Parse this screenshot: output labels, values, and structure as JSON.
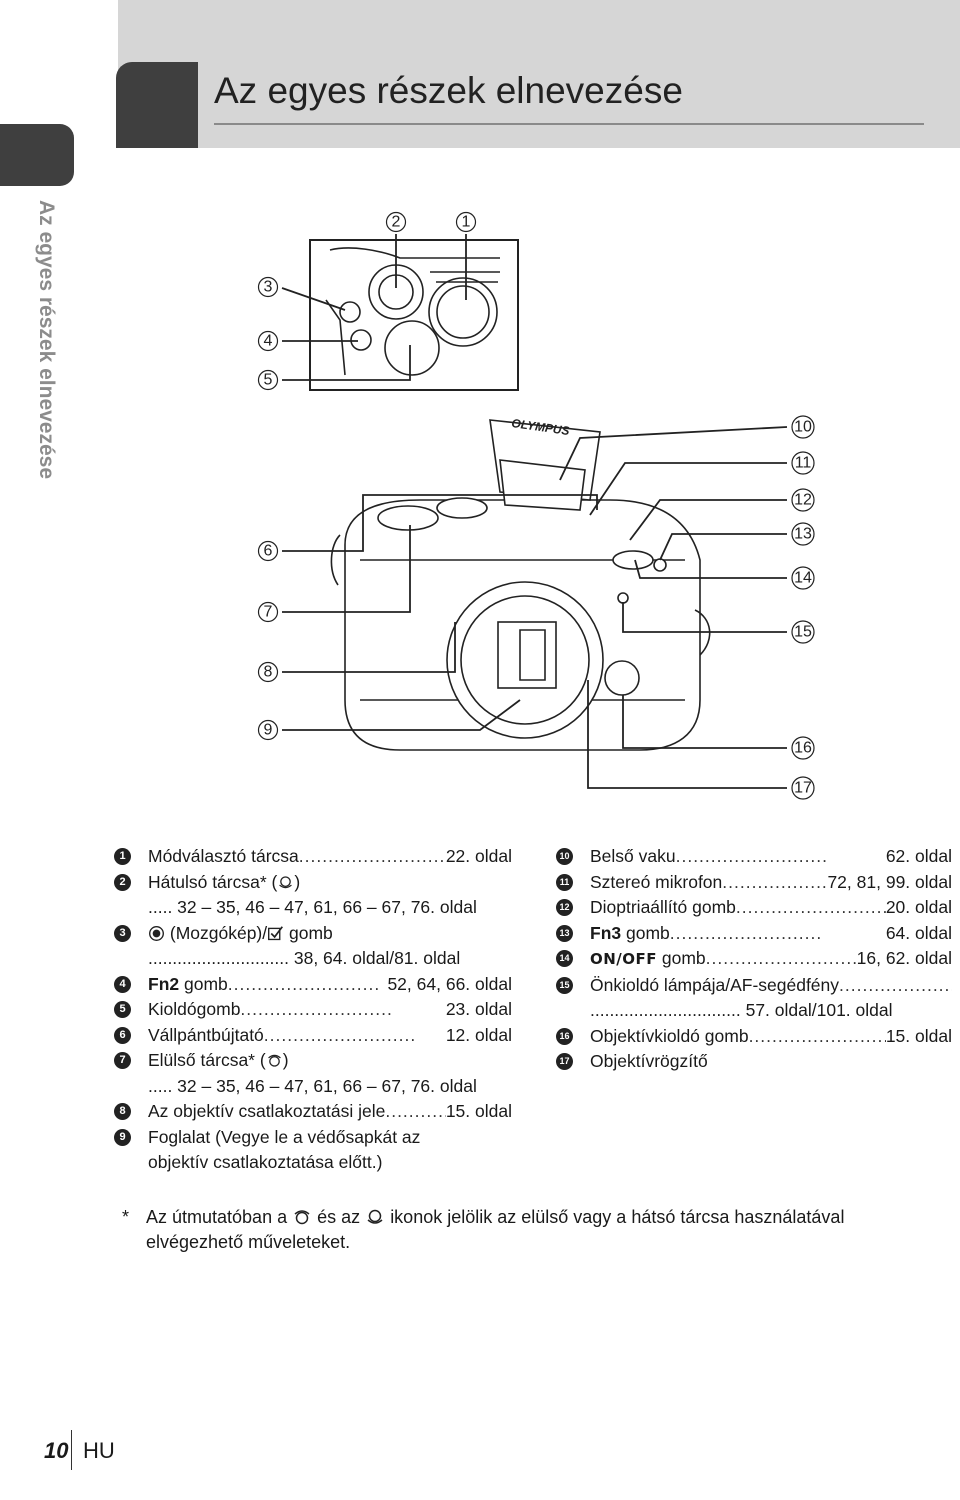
{
  "header": {
    "title": "Az egyes részek elnevezése"
  },
  "side": {
    "label": "Az egyes részek elnevezése"
  },
  "figure": {
    "brand": "OLYMPUS",
    "callouts": [
      "1",
      "2",
      "3",
      "4",
      "5",
      "6",
      "7",
      "8",
      "9",
      "10",
      "11",
      "12",
      "13",
      "14",
      "15",
      "16",
      "17"
    ]
  },
  "list_left": [
    {
      "num": "1",
      "label": "Módválasztó tárcsa",
      "dots": "..........................",
      "page": "22. oldal"
    },
    {
      "num": "2",
      "label": "Hátulsó tárcsa* (",
      "label_after": ")",
      "cont": "..... 32 – 35, 46 – 47, 61, 66 – 67, 76. oldal"
    },
    {
      "num": "3",
      "label": " (Mozgókép)/",
      "label_after": " gomb",
      "cont": "............................. 38, 64. oldal/81. oldal"
    },
    {
      "num": "4",
      "label": "Fn2",
      "label_rest": " gomb",
      "dots": "..........................",
      "page": "52, 64, 66. oldal"
    },
    {
      "num": "5",
      "label": "Kioldógomb",
      "dots": "..........................",
      "page": "23. oldal"
    },
    {
      "num": "6",
      "label": "Vállpántbújtató",
      "dots": "..........................",
      "page": "12. oldal"
    },
    {
      "num": "7",
      "label": "Elülső tárcsa* (",
      "label_after": ")",
      "cont": "..... 32 – 35, 46 – 47, 61, 66 – 67, 76. oldal"
    },
    {
      "num": "8",
      "label": "Az objektív csatlakoztatási jele",
      "dots": "..........................",
      "page": "15. oldal"
    },
    {
      "num": "9",
      "label": "Foglalat (Vegye le a védősapkát az",
      "cont": "objektív csatlakoztatása előtt.)"
    }
  ],
  "list_right": [
    {
      "num": "10",
      "label": "Belső vaku",
      "dots": "..........................",
      "page": "62. oldal"
    },
    {
      "num": "11",
      "label": "Sztereó mikrofon",
      "dots": "..........................",
      "page": "72, 81, 99. oldal"
    },
    {
      "num": "12",
      "label": "Dioptriaállító gomb",
      "dots": "..........................",
      "page": "20. oldal"
    },
    {
      "num": "13",
      "label": "Fn3",
      "label_rest": " gomb",
      "dots": "..........................",
      "page": "64. oldal"
    },
    {
      "num": "14",
      "label": "ON/OFF",
      "label_rest": " gomb",
      "dots": "..........................",
      "page": "16, 62. oldal"
    },
    {
      "num": "15",
      "label": "Önkioldó lámpája/AF-segédfény",
      "dots": "..........................",
      "page": "",
      "cont": "............................... 57. oldal/101. oldal"
    },
    {
      "num": "16",
      "label": "Objektívkioldó gomb",
      "dots": "..........................",
      "page": "15. oldal"
    },
    {
      "num": "17",
      "label": "Objektívrögzítő"
    }
  ],
  "note": {
    "star": "*",
    "part1": "Az útmutatóban a",
    "part2": "és az",
    "part3": "ikonok jelölik az elülső vagy a hátsó tárcsa használatával",
    "line2": "elvégezhető műveleteket."
  },
  "footer": {
    "page": "10",
    "lang": "HU"
  }
}
